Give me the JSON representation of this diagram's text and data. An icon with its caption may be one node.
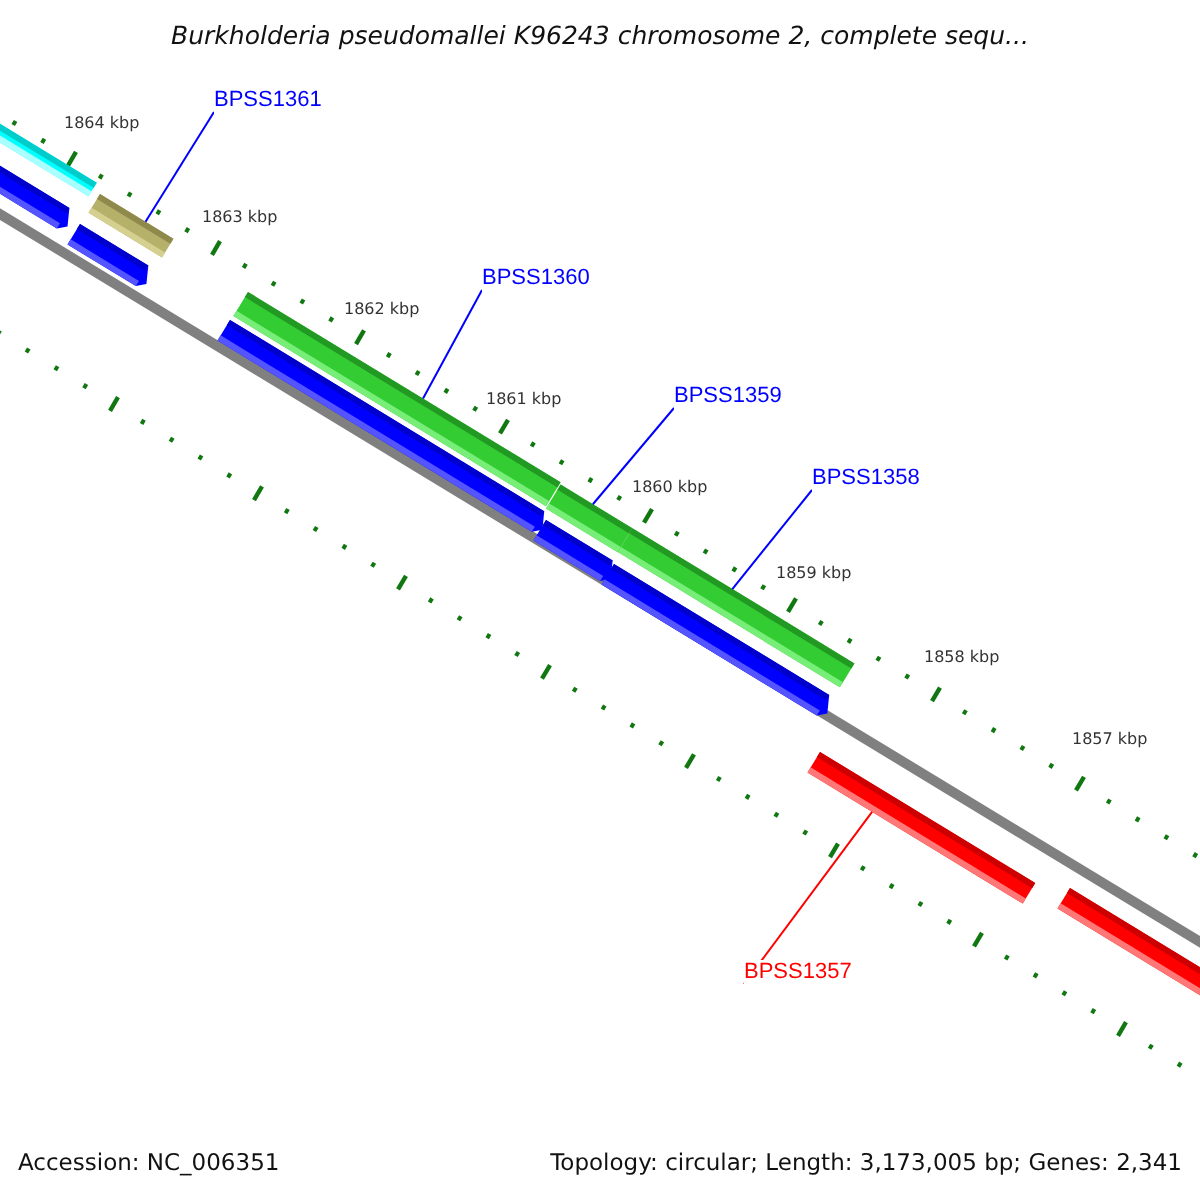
{
  "diagram": {
    "title": "Burkholderia pseudomallei K96243 chromosome 2, complete sequ...",
    "nodes": [
      {
        "text": [
          "BPSS1361"
        ]
      },
      {
        "text": [],
        "shape": "bar"
      },
      {
        "text": [],
        "shape": "bar"
      },
      {
        "text": [],
        "shape": "bar"
      },
      {
        "text": [],
        "shape": "bar"
      },
      {
        "text": [
          "BPSS1360"
        ]
      },
      {
        "text": [],
        "shape": "bar"
      },
      {
        "text": [],
        "shape": "bar"
      },
      {
        "text": [
          "BPSS1359"
        ]
      },
      {
        "text": [],
        "shape": "bar"
      },
      {
        "text": [],
        "shape": "bar"
      },
      {
        "text": [
          "BPSS1358"
        ]
      },
      {
        "text": [],
        "shape": "bar"
      },
      {
        "text": [],
        "shape": "bar"
      },
      {
        "text": [],
        "shape": "bar"
      },
      {
        "text": [
          "BPSS1357"
        ]
      },
      {
        "text": [],
        "shape": "bar"
      }
    ],
    "edges": [
      {
        "from": 0,
        "to": 3,
        "arrow": "none"
      },
      {
        "from": 5,
        "to": 6,
        "arrow": "none"
      },
      {
        "from": 8,
        "to": 9,
        "arrow": "none"
      },
      {
        "from": 11,
        "to": 12,
        "arrow": "none"
      },
      {
        "from": 15,
        "to": 14,
        "arrow": "none",
        "color": "#ff0000"
      }
    ],
    "labels": [
      "1864 kbp",
      "1863 kbp",
      "1862 kbp",
      "1861 kbp",
      "1860 kbp",
      "1859 kbp",
      "1858 kbp",
      "1857 kbp",
      "Accession: NC_006351",
      "Topology: circular; Length: 3,173,005 bp; Genes: 2,341"
    ]
  }
}
